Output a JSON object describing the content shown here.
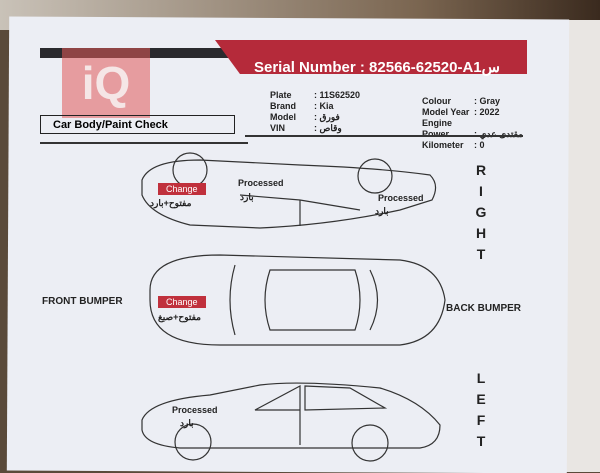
{
  "logo": "iQ",
  "serial": {
    "label": "Serial Number :",
    "value": "82566-62520-A1س"
  },
  "left_info": [
    {
      "k": "Plate",
      "v": "11S62520"
    },
    {
      "k": "Brand",
      "v": "Kia"
    },
    {
      "k": "Model",
      "v": "فورق"
    },
    {
      "k": "VIN",
      "v": "وقاص"
    }
  ],
  "right_info": [
    {
      "k": "Colour",
      "v": "Gray"
    },
    {
      "k": "Model Year",
      "v": "2022"
    },
    {
      "k": "Engine Power",
      "v": "مقتدى عدي"
    },
    {
      "k": "Kilometer",
      "v": "0"
    }
  ],
  "section_title": "Car Body/Paint Check",
  "sides": {
    "right": "R I G H T",
    "left": "L E F T",
    "front": "FRONT BUMPER",
    "back": "BACK BUMPER"
  },
  "marks": {
    "right_change": "Change",
    "right_change_ar": "مفتوح+بارد",
    "right_processed1": "Processed",
    "right_processed1_ar": "بارد",
    "right_processed2": "Processed",
    "right_processed2_ar": "بارد",
    "top_change": "Change",
    "top_change_ar": "مفتوح+صبغ",
    "left_processed": "Processed",
    "left_processed_ar": "بارد"
  },
  "colors": {
    "accent": "#b52a3a",
    "tag": "#c0303c"
  }
}
